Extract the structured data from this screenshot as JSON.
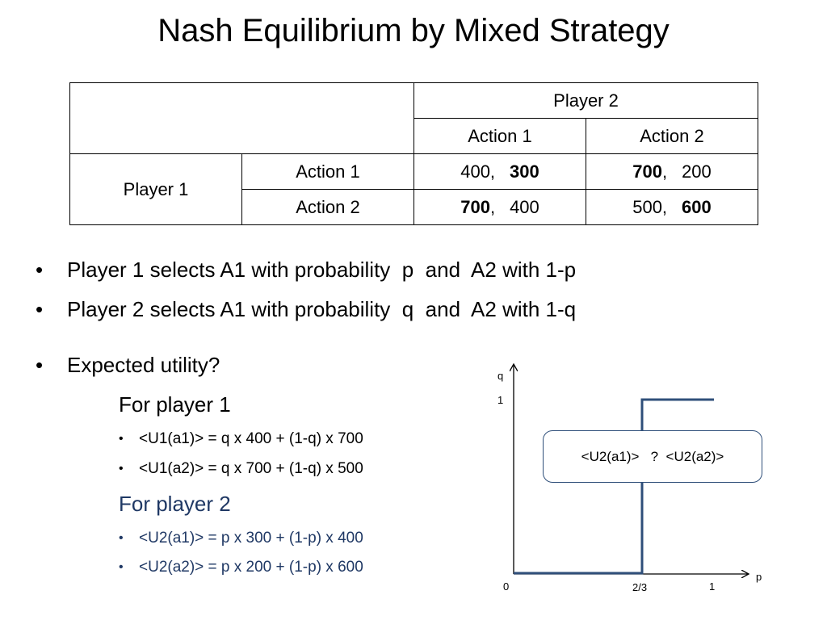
{
  "title": "Nash Equilibrium by Mixed Strategy",
  "table": {
    "player2": "Player 2",
    "player1": "Player 1",
    "col_actions": [
      "Action 1",
      "Action 2"
    ],
    "row_actions": [
      "Action 1",
      "Action 2"
    ],
    "cells": [
      [
        {
          "a": "400,",
          "b": "300",
          "bold": "b"
        },
        {
          "a": "700",
          "comma": ",",
          "b": "200",
          "bold": "a"
        }
      ],
      [
        {
          "a": "700",
          "comma": ",",
          "b": "400",
          "bold": "a"
        },
        {
          "a": "500,",
          "b": "600",
          "bold": "b"
        }
      ]
    ]
  },
  "bullets": [
    "Player 1 selects A1 with probability  p  and  A2 with 1-p",
    "Player 2 selects A1 with probability  q  and  A2 with 1-q",
    "Expected utility?"
  ],
  "player1_block": {
    "heading": "For player 1",
    "items": [
      "<U1(a1)> = q x 400 + (1-q) x 700",
      "<U1(a2)> = q x 700 + (1-q) x 500"
    ]
  },
  "player2_block": {
    "heading": "For player 2",
    "items": [
      "<U2(a1)> = p x 300 + (1-p) x 400",
      "<U2(a2)> = p x 200 + (1-p) x 600"
    ]
  },
  "graph": {
    "y_axis_label": "q",
    "x_axis_label": "p",
    "y_tick_label": "1",
    "origin_label": "0",
    "x_tick_mid": "2/3",
    "x_tick_end": "1",
    "callout": "<U2(a1)>   ?  <U2(a2)>",
    "line_color": "#2f4f7a"
  }
}
